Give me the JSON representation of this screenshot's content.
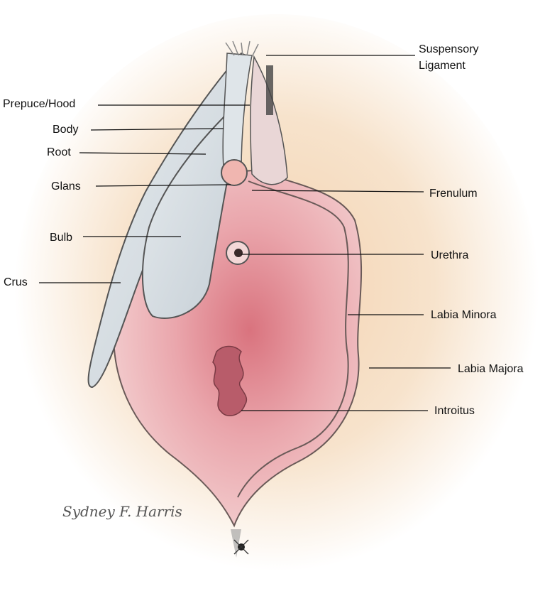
{
  "labels": {
    "suspensory_1": "Suspensory",
    "suspensory_2": "Ligament",
    "prepuce": "Prepuce/Hood",
    "body": "Body",
    "root": "Root",
    "glans": "Glans",
    "frenulum": "Frenulum",
    "bulb": "Bulb",
    "urethra": "Urethra",
    "crus": "Crus",
    "labia_minora": "Labia Minora",
    "labia_majora": "Labia Majora",
    "introitus": "Introitus"
  },
  "signature": "Sydney F. Harris",
  "colors": {
    "tissue_pink": "#e8a3a8",
    "clitoral_gray": "#d4dbe0",
    "introitus": "#b85c6a",
    "outline": "#6a5a58"
  }
}
